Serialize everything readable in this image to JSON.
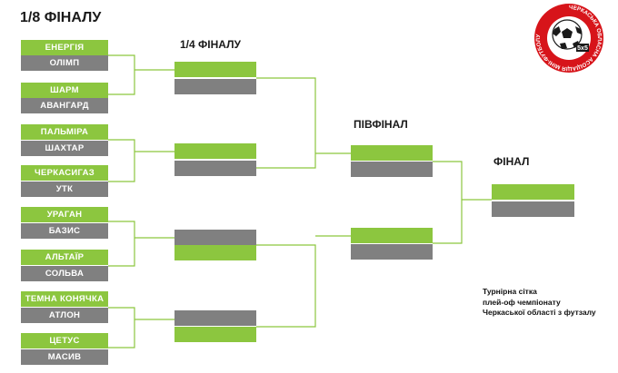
{
  "stages": {
    "r16": "1/8 ФІНАЛУ",
    "qf": "1/4 ФІНАЛУ",
    "sf": "ПІВФІНАЛ",
    "final": "ФІНАЛ"
  },
  "r16_matches": [
    {
      "top": "ЕНЕРГІЯ",
      "bottom": "ОЛІМП"
    },
    {
      "top": "ШАРМ",
      "bottom": "АВАНГАРД"
    },
    {
      "top": "ПАЛЬМІРА",
      "bottom": "ШАХТАР"
    },
    {
      "top": "ЧЕРКАСИГАЗ",
      "bottom": "УТК"
    },
    {
      "top": "УРАГАН",
      "bottom": "БАЗИС"
    },
    {
      "top": "АЛЬТАЇР",
      "bottom": "СОЛЬВА"
    },
    {
      "top": "ТЕМНА КОНЯЧКА",
      "bottom": "АТЛОН"
    },
    {
      "top": "ЦЕТУС",
      "bottom": "МАСИВ"
    }
  ],
  "note_lines": [
    "Турнірна сітка",
    "плей-оф чемпіонату",
    "Черкаської області з футзалу"
  ],
  "logo": {
    "ring_text": "ЧЕРКАСЬКА ОБЛАСНА АСОЦІАЦІЯ МІНІ-ФУТБОЛУ",
    "badge": "5x5",
    "colors": {
      "ring": "#d7141a",
      "ball_dark": "#1a1a1a",
      "ball_light": "#ffffff"
    }
  },
  "colors": {
    "win": "#8cc63f",
    "lose": "#808080",
    "line": "#8cc63f",
    "text": "#1a1a1a"
  }
}
